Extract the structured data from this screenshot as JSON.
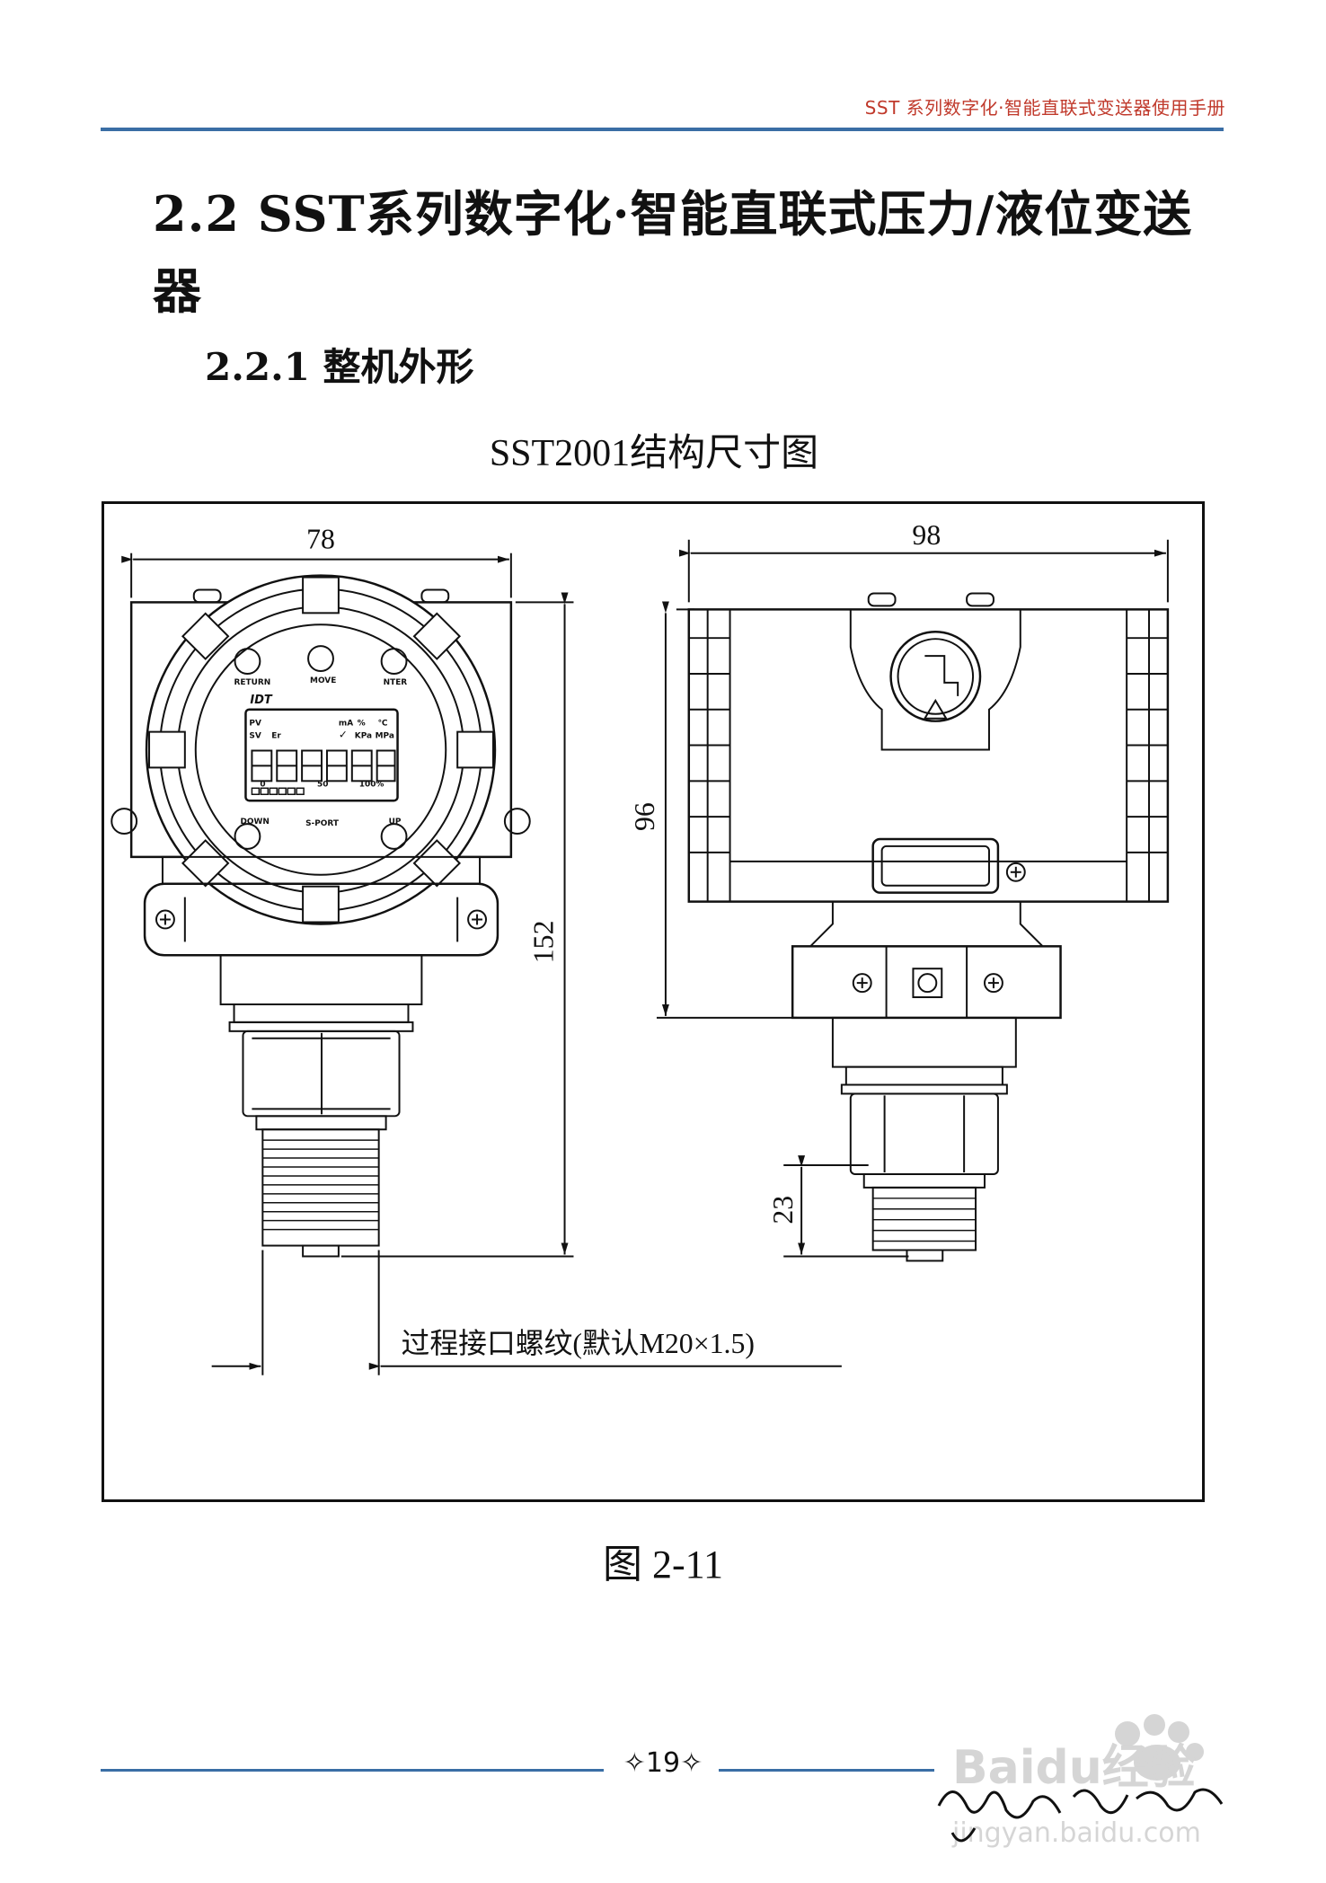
{
  "header": {
    "text": "SST 系列数字化·智能直联式变送器使用手册"
  },
  "section": {
    "title": "2.2 SST系列数字化·智能直联式压力/液位变送器",
    "subsection": "2.2.1 整机外形"
  },
  "figure": {
    "title": "SST2001结构尺寸图",
    "caption": "图 2-11",
    "dimensions": {
      "width_front": "78",
      "width_side": "98",
      "height_total": "152",
      "height_body": "96",
      "thread_length": "23"
    },
    "thread_note": "过程接口螺纹(默认M20×1.5)",
    "lcd": {
      "logo": "IDT",
      "pv": "PV",
      "sv": "SV",
      "er": "Er",
      "ma": "mA",
      "pct": "%",
      "deg": "℃",
      "check": "✓",
      "kpa": "KPa",
      "mpa": "MPa",
      "scale_0": "0",
      "scale_50": "50",
      "scale_100": "100%"
    },
    "buttons": {
      "return": "RETURN",
      "move": "MOVE",
      "enter": "NTER",
      "down": "DOWN",
      "sport": "S-PORT",
      "up": "UP"
    }
  },
  "footer": {
    "page": "✧19✧"
  },
  "watermark": {
    "brand": "Baidu经验",
    "url": "jingyan.baidu.com"
  }
}
